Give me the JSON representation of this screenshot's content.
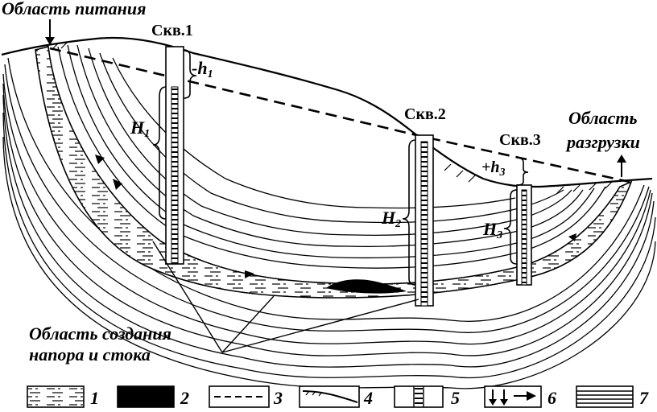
{
  "labels": {
    "recharge_area": "Область питания",
    "well1": "Скв.1",
    "well2": "Скв.2",
    "well3": "Скв.3",
    "discharge_area_line1": "Область",
    "discharge_area_line2": "разгрузки",
    "pressure_area_line1": "Область создания",
    "pressure_area_line2": "напора и стока",
    "h1_small": "-h",
    "h1_small_sub": "1",
    "h3_small": "+h",
    "h3_small_sub": "3",
    "H1": "H",
    "H1_sub": "1",
    "H2": "H",
    "H2_sub": "2",
    "H3": "H",
    "H3_sub": "3"
  },
  "legend": {
    "items": [
      {
        "num": "1",
        "kind": "dashed-hatch"
      },
      {
        "num": "2",
        "kind": "solid-black"
      },
      {
        "num": "3",
        "kind": "dashed-line"
      },
      {
        "num": "4",
        "kind": "surface-line"
      },
      {
        "num": "5",
        "kind": "well"
      },
      {
        "num": "6",
        "kind": "arrows"
      },
      {
        "num": "7",
        "kind": "lines"
      }
    ]
  }
}
